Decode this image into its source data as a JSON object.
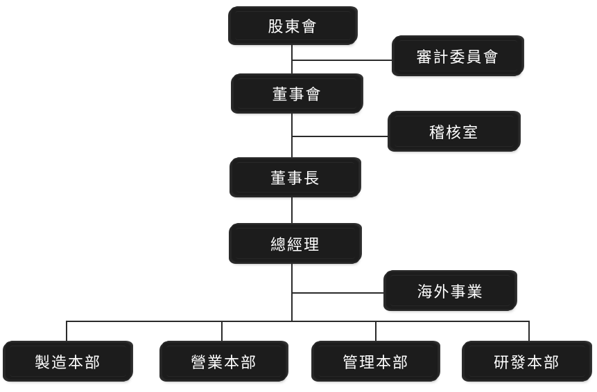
{
  "diagram": {
    "nodes": {
      "shareholders": "股東會",
      "audit_committee": "審計委員會",
      "board": "董事會",
      "audit_office": "稽核室",
      "chairman": "董事長",
      "president": "總經理",
      "overseas": "海外事業",
      "manufacturing": "製造本部",
      "sales": "營業本部",
      "management": "管理本部",
      "rnd": "研發本部"
    }
  }
}
